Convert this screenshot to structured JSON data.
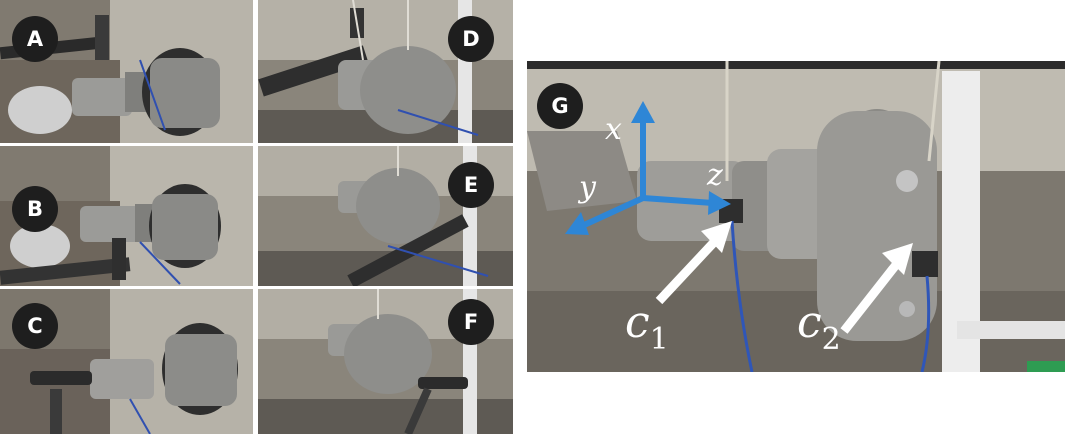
{
  "panels": [
    {
      "id": "A",
      "label": "A"
    },
    {
      "id": "B",
      "label": "B"
    },
    {
      "id": "C",
      "label": "C"
    },
    {
      "id": "D",
      "label": "D"
    },
    {
      "id": "E",
      "label": "E"
    },
    {
      "id": "F",
      "label": "F"
    },
    {
      "id": "G",
      "label": "G"
    }
  ],
  "axes": {
    "x": "x",
    "y": "y",
    "z": "z"
  },
  "sensors": [
    {
      "base": "c",
      "sub": "1"
    },
    {
      "base": "c",
      "sub": "2"
    }
  ],
  "colors": {
    "axis_blue": "#2e86d6",
    "arrow_white": "#ffffff",
    "badge": "#1e1e1e",
    "cable_blue": "#2f56b8"
  }
}
